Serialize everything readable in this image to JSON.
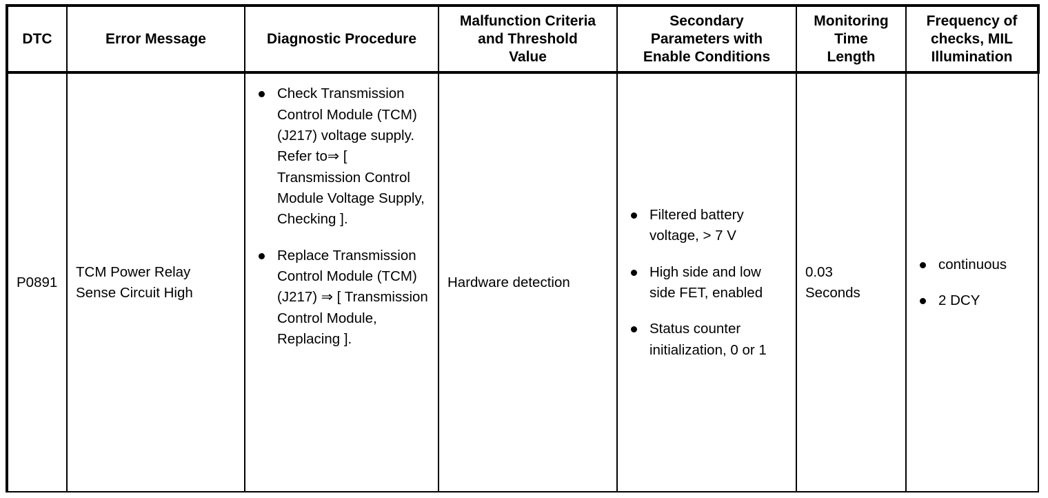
{
  "table": {
    "columns": [
      {
        "key": "dtc",
        "label": "DTC"
      },
      {
        "key": "error",
        "label": "Error Message"
      },
      {
        "key": "procedure",
        "label": "Diagnostic Procedure"
      },
      {
        "key": "malfunction",
        "label": "Malfunction Criteria\nand Threshold\nValue"
      },
      {
        "key": "secondary",
        "label": "Secondary\nParameters with\nEnable Conditions"
      },
      {
        "key": "monitoring",
        "label": "Monitoring\nTime\nLength"
      },
      {
        "key": "frequency",
        "label": "Frequency of\nchecks, MIL\nIllumination"
      }
    ],
    "rows": [
      {
        "dtc": "P0891",
        "error": "TCM Power Relay\nSense Circuit High",
        "procedure_bullets": [
          "Check Transmission Control Module (TCM) (J217) voltage supply. Refer to⇒ [ Transmission Control Module Voltage Supply, Checking ].",
          "Replace Transmission Control Module (TCM) (J217) ⇒ [ Transmission Control Module, Replacing ]."
        ],
        "malfunction": "Hardware detection",
        "secondary_bullets": [
          "Filtered battery voltage, > 7 V",
          "High side and low side FET, enabled",
          "Status counter initialization, 0 or 1"
        ],
        "monitoring": "0.03\nSeconds",
        "frequency_bullets": [
          "continuous",
          "2 DCY"
        ]
      }
    ]
  },
  "colors": {
    "border": "#000000",
    "text": "#000000",
    "background": "#ffffff"
  }
}
